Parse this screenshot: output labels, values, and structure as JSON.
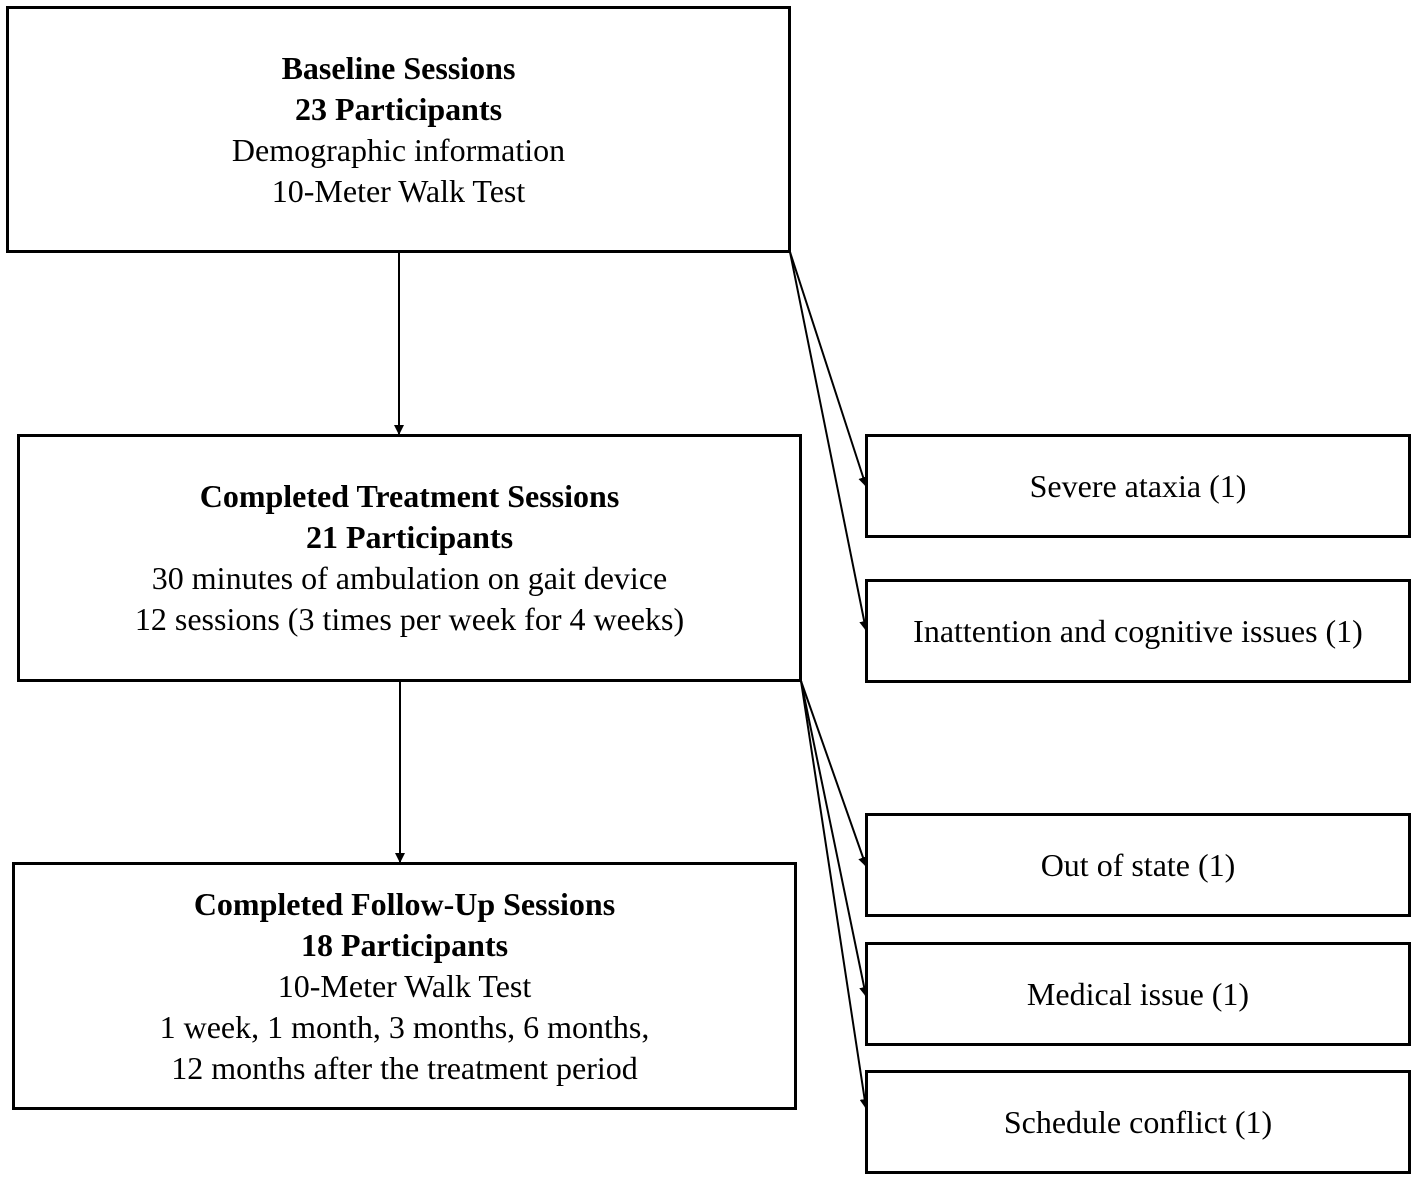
{
  "main_boxes": {
    "baseline": {
      "title": "Baseline Sessions",
      "count": "23 Participants",
      "lines": [
        "Demographic information",
        "10-Meter Walk Test"
      ]
    },
    "treatment": {
      "title": "Completed Treatment Sessions",
      "count": "21 Participants",
      "lines": [
        "30 minutes of ambulation on gait device",
        "12 sessions (3 times per week for 4 weeks)"
      ]
    },
    "followup": {
      "title": "Completed Follow-Up Sessions",
      "count": "18 Participants",
      "lines": [
        "10-Meter Walk Test",
        "1 week, 1 month, 3 months, 6 months,",
        "12 months after the treatment period"
      ]
    }
  },
  "dropouts": {
    "after_baseline": [
      "Severe ataxia (1)",
      "Inattention and cognitive issues (1)"
    ],
    "after_treatment": [
      "Out of state (1)",
      "Medical issue (1)",
      "Schedule conflict (1)"
    ]
  }
}
